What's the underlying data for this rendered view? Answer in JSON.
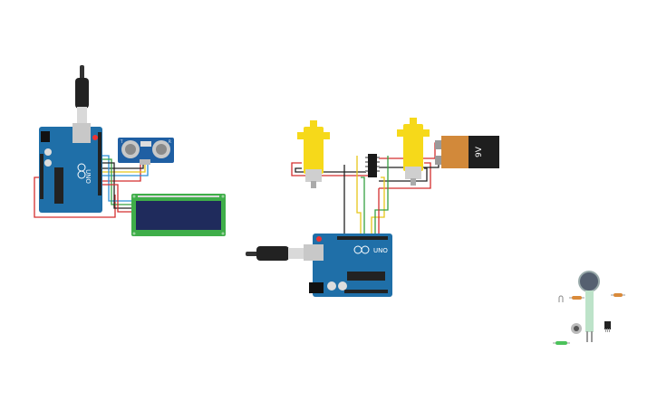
{
  "labels": {
    "uno_left": "UNO",
    "uno_right": "UNO",
    "battery_voltage": "9V",
    "sensor_left": "T",
    "sensor_right": "R"
  },
  "colors": {
    "background": "#ffffff",
    "arduino_blue": "#1f6fa8",
    "motor_yellow": "#f6d91a",
    "battery_orange": "#d2893a",
    "lcd_green": "#3fae49",
    "lcd_screen": "#1f2b5c",
    "wire_red": "#d42e2e",
    "wire_black": "#222222",
    "wire_yellow": "#e6c619",
    "wire_green": "#35a041",
    "wire_blue": "#2a8fd6"
  }
}
